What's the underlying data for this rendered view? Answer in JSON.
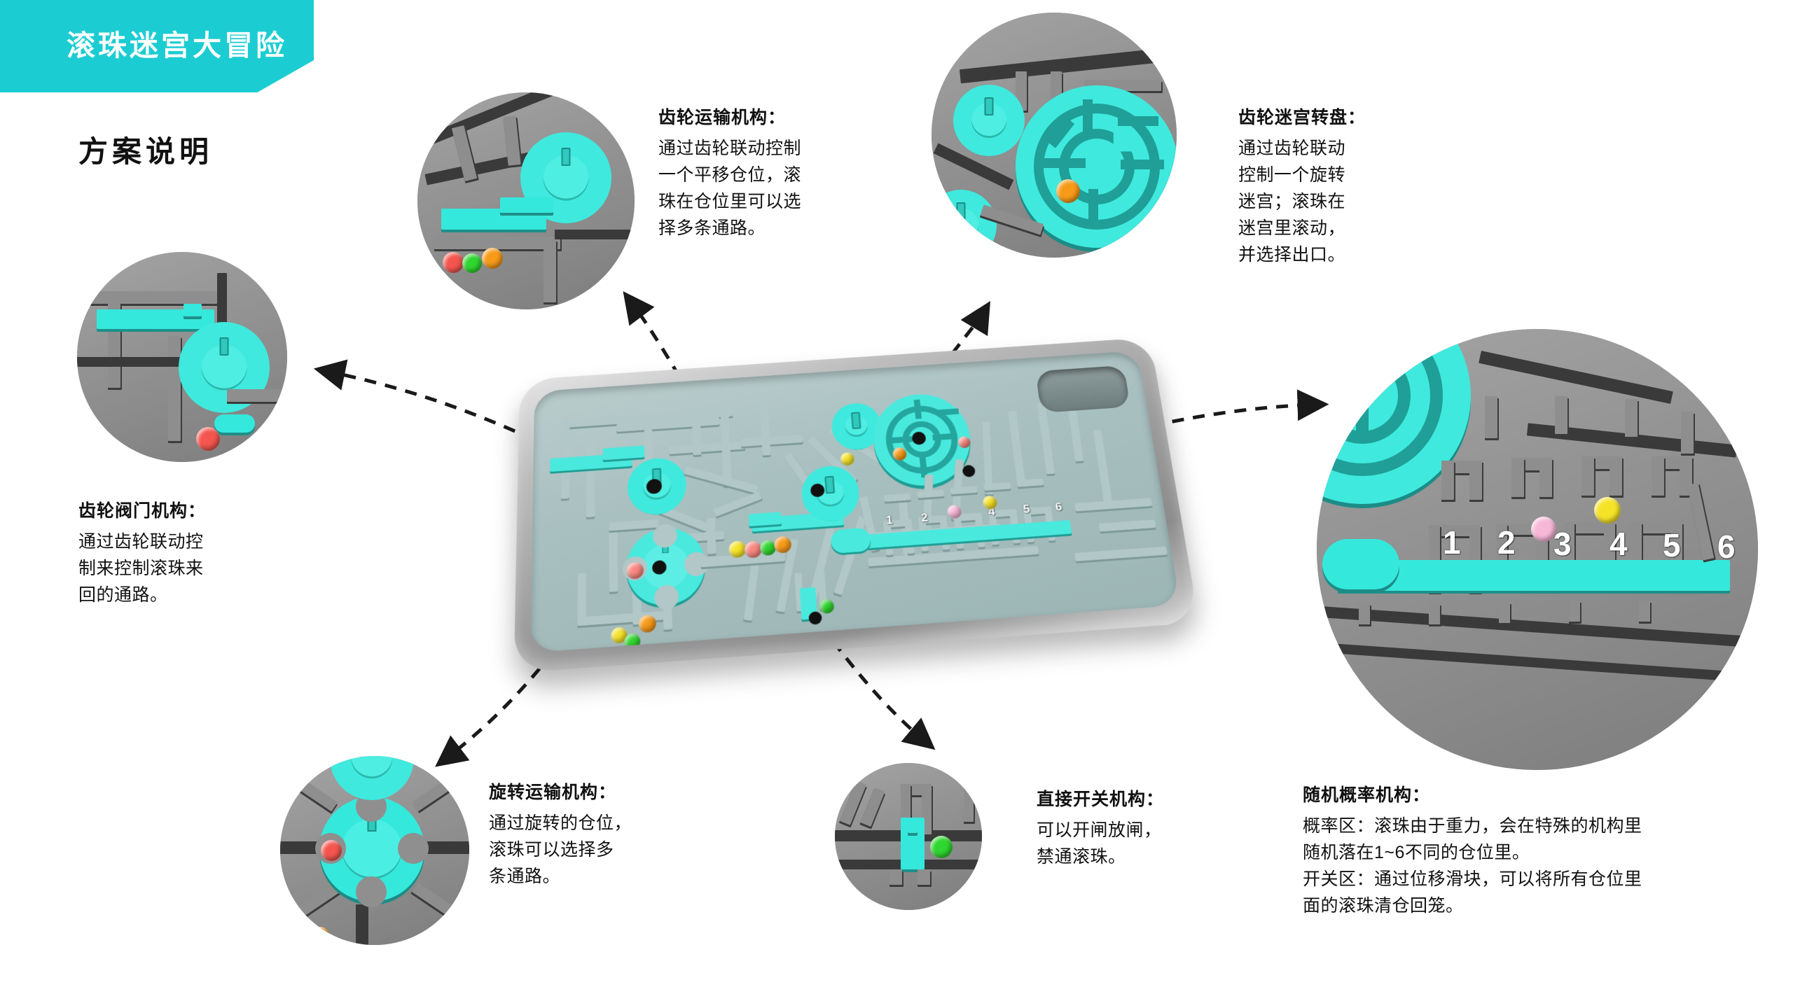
{
  "header": {
    "banner_title": "滚珠迷宫大冒险",
    "banner_color": "#1bcdd2",
    "subtitle": "方案说明"
  },
  "palette": {
    "accent_cyan": "#35e8dc",
    "plate_gray": "#8f8f8f",
    "groove_dark": "#3a3a3a",
    "board_teal": "#a9c0c0",
    "text": "#111111"
  },
  "callouts": [
    {
      "id": "gear-transport",
      "title": "齿轮运输机构：",
      "body": "通过齿轮联动控制\n一个平移仓位，滚\n珠在仓位里可以选\n择多条通路。"
    },
    {
      "id": "gear-maze-turntable",
      "title": "齿轮迷宫转盘：",
      "body": "通过齿轮联动\n控制一个旋转\n迷宫；滚珠在\n迷宫里滚动，\n并选择出口。"
    },
    {
      "id": "gear-valve",
      "title": "齿轮阀门机构：",
      "body": "通过齿轮联动控\n制来控制滚珠来\n回的通路。"
    },
    {
      "id": "rotary-transport",
      "title": "旋转运输机构：",
      "body": "通过旋转的仓位，\n滚珠可以选择多\n条通路。"
    },
    {
      "id": "direct-switch",
      "title": "直接开关机构：",
      "body": "可以开闸放闸，\n禁通滚珠。"
    },
    {
      "id": "random-probability",
      "title": "随机概率机构：",
      "body": "概率区：滚珠由于重力，会在特殊的机构里\n随机落在1~6不同的仓位里。\n开关区：通过位移滑块，可以将所有仓位里\n面的滚珠清仓回笼。"
    }
  ],
  "slot_numbers": [
    "1",
    "2",
    "3",
    "4",
    "5",
    "6"
  ],
  "board_slots_visible": [
    "1",
    "2",
    "4",
    "5",
    "6"
  ],
  "balls": {
    "colors": {
      "red": "#f4564f",
      "orange": "#f79a18",
      "yellow": "#f5e328",
      "green": "#2fd62f",
      "pink": "#f7b8d8",
      "salmon": "#f98880"
    }
  }
}
